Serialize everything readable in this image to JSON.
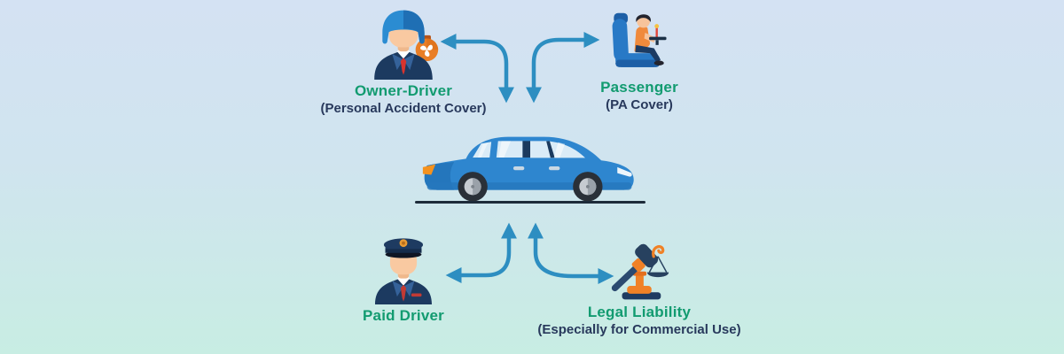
{
  "diagram": {
    "description": "Car insurance personal accident and liability covers around a car",
    "center": {
      "label": "car",
      "icon": "sedan-car-icon"
    },
    "nodes": [
      {
        "id": "owner_driver",
        "title": "Owner-Driver",
        "subtitle": "(Personal Accident Cover)",
        "icon": "owner-driver-icon",
        "position": "top-left"
      },
      {
        "id": "passenger",
        "title": "Passenger",
        "subtitle": "(PA Cover)",
        "icon": "passenger-seat-icon",
        "position": "top-right"
      },
      {
        "id": "paid_driver",
        "title": "Paid Driver",
        "subtitle": "",
        "icon": "paid-driver-icon",
        "position": "bottom-left"
      },
      {
        "id": "legal_liability",
        "title": "Legal Liability",
        "subtitle": "(Especially for Commercial Use)",
        "icon": "gavel-scales-icon",
        "position": "bottom-right"
      }
    ],
    "connections": [
      {
        "from": "car",
        "to": "owner_driver",
        "style": "double-headed-curved-arrow"
      },
      {
        "from": "car",
        "to": "passenger",
        "style": "double-headed-curved-arrow"
      },
      {
        "from": "car",
        "to": "paid_driver",
        "style": "double-headed-curved-arrow"
      },
      {
        "from": "car",
        "to": "legal_liability",
        "style": "double-headed-curved-arrow"
      }
    ],
    "colors": {
      "title_green": "#129B70",
      "subtitle_navy": "#28395C",
      "arrow_blue": "#2D8EC1",
      "car_blue": "#2E86CF",
      "background_top": "#D4E2F3",
      "background_bottom": "#C8EDE3"
    }
  }
}
